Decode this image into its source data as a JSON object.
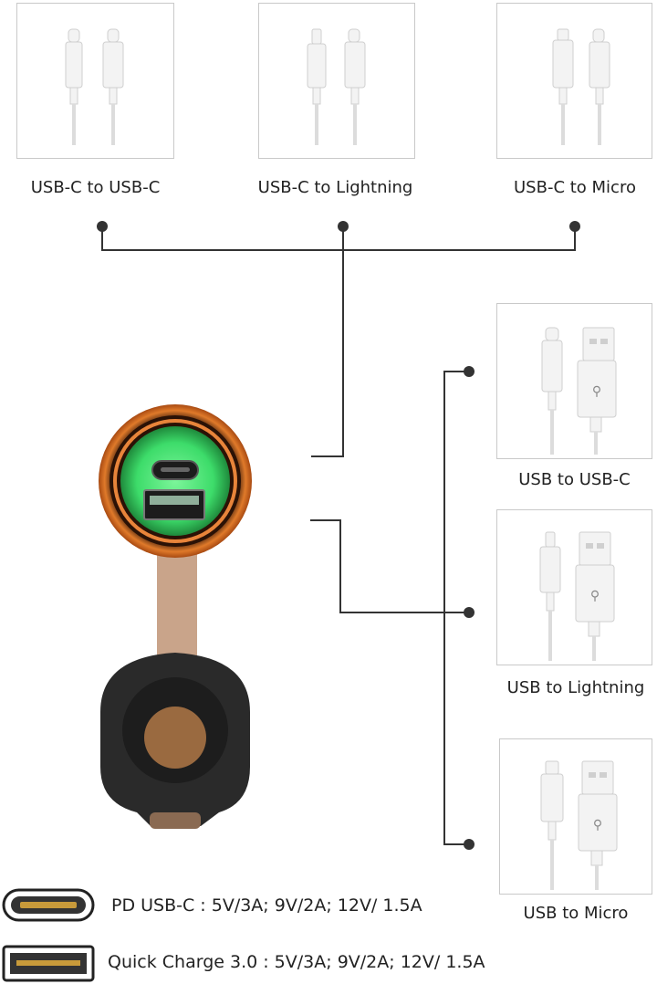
{
  "cables_top": [
    {
      "label": "USB-C to USB-C",
      "left_connector": "usb-c-plug",
      "right_connector": "usb-c-plug"
    },
    {
      "label": "USB-C to Lightning",
      "left_connector": "lightning-plug",
      "right_connector": "usb-c-plug"
    },
    {
      "label": "USB-C to Micro",
      "left_connector": "micro-usb-plug",
      "right_connector": "usb-c-plug"
    }
  ],
  "cables_right": [
    {
      "label": "USB to USB-C",
      "left_connector": "usb-c-plug",
      "right_connector": "usb-a-plug"
    },
    {
      "label": "USB to Lightning",
      "left_connector": "lightning-plug",
      "right_connector": "usb-a-plug"
    },
    {
      "label": "USB to Micro",
      "left_connector": "micro-usb-plug",
      "right_connector": "usb-a-plug"
    }
  ],
  "specs": [
    {
      "icon": "usb-c-port-icon",
      "text": "PD USB-C : 5V/3A; 9V/2A; 12V/ 1.5A"
    },
    {
      "icon": "usb-a-port-icon",
      "text": "Quick Charge 3.0 : 5V/3A; 9V/2A; 12V/ 1.5A"
    }
  ],
  "colors": {
    "ring": "#d2691e",
    "glow": "#3ddc6a",
    "line": "#333333",
    "card_border": "#c9c9c9"
  }
}
